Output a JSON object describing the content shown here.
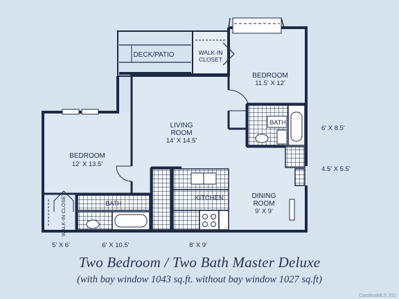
{
  "rooms": {
    "deck": {
      "label": "DECK/PATIO"
    },
    "walkin_closet_top": {
      "line1": "WALK-IN",
      "line2": "CLOSET"
    },
    "bedroom_master": {
      "name": "BEDROOM",
      "dims": "11.5' X 12'"
    },
    "bath_master": {
      "name": "BATH"
    },
    "living": {
      "line1": "LIVING",
      "line2": "ROOM",
      "dims": "14' X 14.5'"
    },
    "bedroom_second": {
      "name": "BEDROOM",
      "dims": "12' X 13.5'"
    },
    "bath_second": {
      "name": "BATH"
    },
    "kitchen": {
      "name": "KITCHEN"
    },
    "dining": {
      "line1": "DINING",
      "line2": "ROOM",
      "dims": "9' X 9'"
    },
    "walkin_closet_side": {
      "label": "WALK-IN CLOSET"
    }
  },
  "dimensions": {
    "bath_master": "6' X 8.5'",
    "bay_window": "4.5' X 5.5'",
    "closet_side": "5' X 6'",
    "bath_second": "6' X 10.5'",
    "kitchen": "8' X 9'"
  },
  "title": "Two Bedroom / Two Bath Master Deluxe",
  "subtitle": "(with bay window 1043 sq.ft. without bay window 1027 sq.ft)",
  "copyright": "CarolinaMLS 201"
}
